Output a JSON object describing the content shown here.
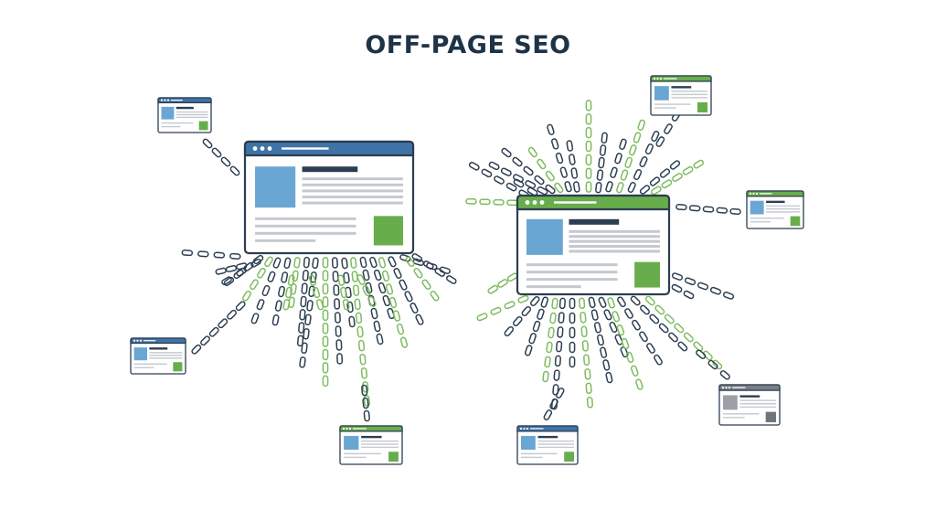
{
  "title": "OFF-PAGE SEO",
  "colors": {
    "title": "#1f3347",
    "navy": "#2c3e50",
    "blue_header": "#3f73a8",
    "green_header": "#68ad4c",
    "gray_header": "#7a7f85",
    "image_blue": "#6aa6d4",
    "image_green": "#68ad4c",
    "image_gray": "#9aa0a6",
    "text_line": "#c4c9cf",
    "link_blue": "#2c3e50",
    "link_green": "#7dbb5e",
    "page_fill": "#ffffff"
  },
  "icons": {
    "link": "chain-link-icon",
    "page": "web-page-icon",
    "window_dots": "window-dots-icon"
  },
  "hubs": [
    {
      "id": "hub-left",
      "header": "blue",
      "image": "blue"
    },
    {
      "id": "hub-right",
      "header": "green",
      "image": "blue"
    }
  ],
  "pages": [
    {
      "id": "page-top-left",
      "header": "blue",
      "image": "blue"
    },
    {
      "id": "page-top-right",
      "header": "green",
      "image": "blue"
    },
    {
      "id": "page-right",
      "header": "green",
      "image": "blue"
    },
    {
      "id": "page-left",
      "header": "blue",
      "image": "blue"
    },
    {
      "id": "page-bottom-center-left",
      "header": "green",
      "image": "blue"
    },
    {
      "id": "page-bottom-center-right",
      "header": "blue",
      "image": "blue"
    },
    {
      "id": "page-bottom-right",
      "header": "gray",
      "image": "gray"
    }
  ]
}
